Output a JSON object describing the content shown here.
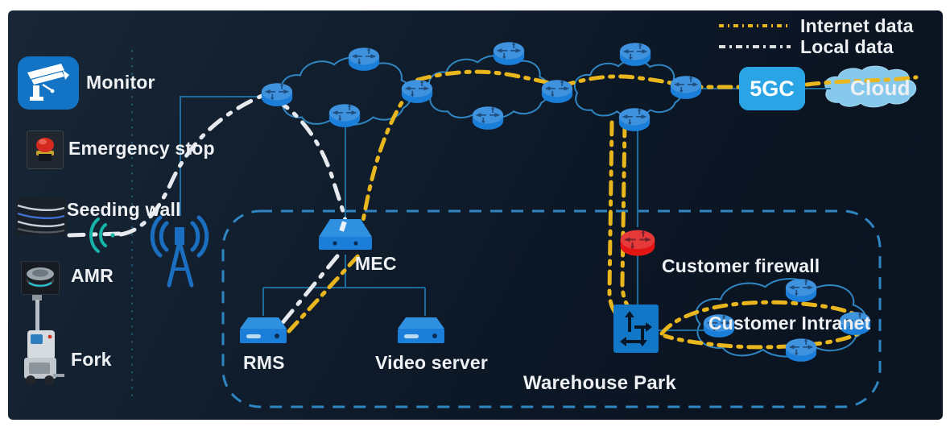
{
  "legend": {
    "internet_label": "Internet data",
    "local_label": "Local data",
    "internet_color": "#e9b61d",
    "local_color": "#dde1e4"
  },
  "left_panel": {
    "items": [
      {
        "icon": "cctv-camera-icon",
        "label": "Monitor"
      },
      {
        "icon": "emergency-stop-button-icon",
        "label": "Emergency stop"
      },
      {
        "icon": "seeding-wall-screen-icon",
        "label": "Seeding wall"
      },
      {
        "icon": "amr-robot-icon",
        "label": "AMR"
      },
      {
        "icon": "forklift-robot-icon",
        "label": "Fork"
      }
    ]
  },
  "network": {
    "mec_label": "MEC",
    "rms_label": "RMS",
    "video_server_label": "Video server",
    "five_gc_label": "5GC",
    "cloud_label": "Cloud",
    "customer_firewall_label": "Customer firewall",
    "customer_intranet_label": "Customer Intranet",
    "warehouse_park_label": "Warehouse Park"
  },
  "colors": {
    "background": "#0e1a29",
    "node_blue": "#1b7ed8",
    "cloud_outline": "#2f86c2",
    "firewall_red": "#e21414",
    "internet_cloud_fill": "#87c9ec",
    "five_gc_fill": "#2aa4e4",
    "boundary_dash": "#2f86c2",
    "tower_blue": "#1a6fc0",
    "wifi_teal": "#16b3a8"
  }
}
